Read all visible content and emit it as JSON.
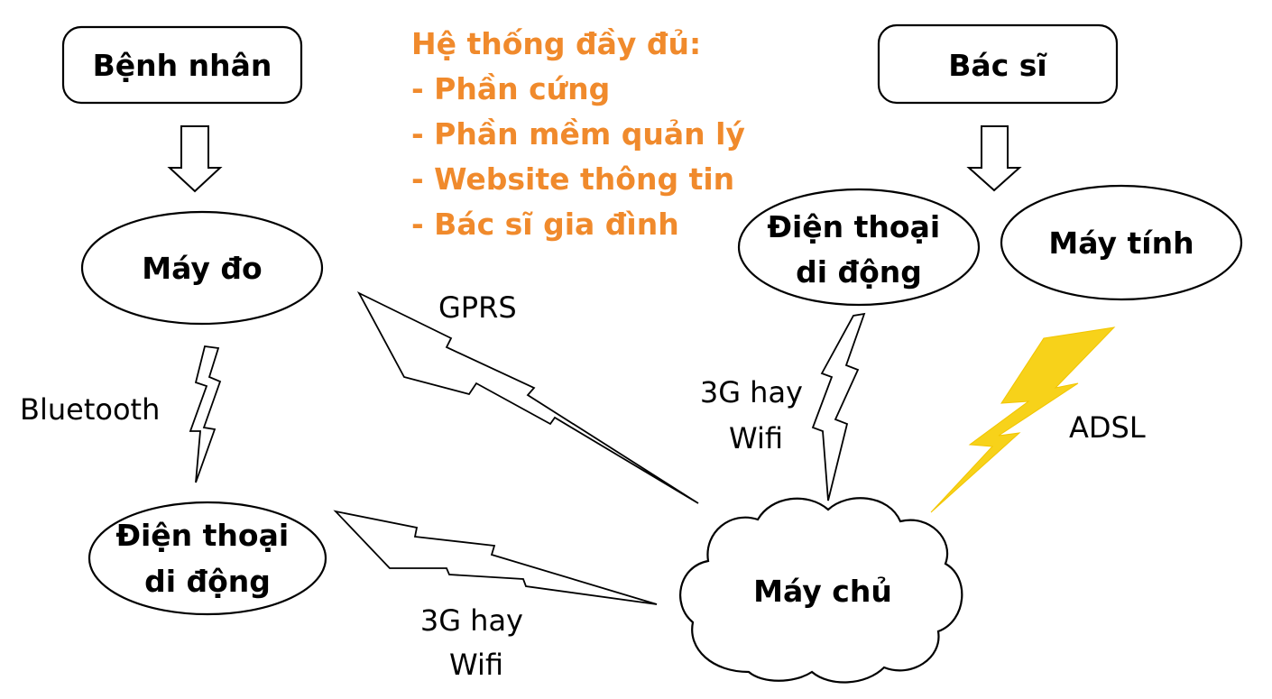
{
  "colors": {
    "summary_text": "#f08a2c",
    "adsl_bolt": "#f7d21a",
    "outline": "#000000"
  },
  "nodes": {
    "patient": "Bệnh nhân",
    "doctor": "Bác sĩ",
    "meter": "Máy đo",
    "patient_phone": [
      "Điện thoại",
      "di động"
    ],
    "doctor_phone": [
      "Điện thoại",
      "di động"
    ],
    "computer": "Máy tính",
    "server": "Máy chủ"
  },
  "links": {
    "bluetooth": "Bluetooth",
    "gprs": "GPRS",
    "phone_to_server": [
      "3G hay",
      "Wifi"
    ],
    "doctor_phone_to_server": [
      "3G hay",
      "Wifi"
    ],
    "adsl": "ADSL"
  },
  "summary": {
    "title": "Hệ thống đầy đủ:",
    "items": [
      "- Phần cứng",
      "- Phần mềm quản lý",
      "- Website thông tin",
      "- Bác sĩ gia đình"
    ]
  }
}
